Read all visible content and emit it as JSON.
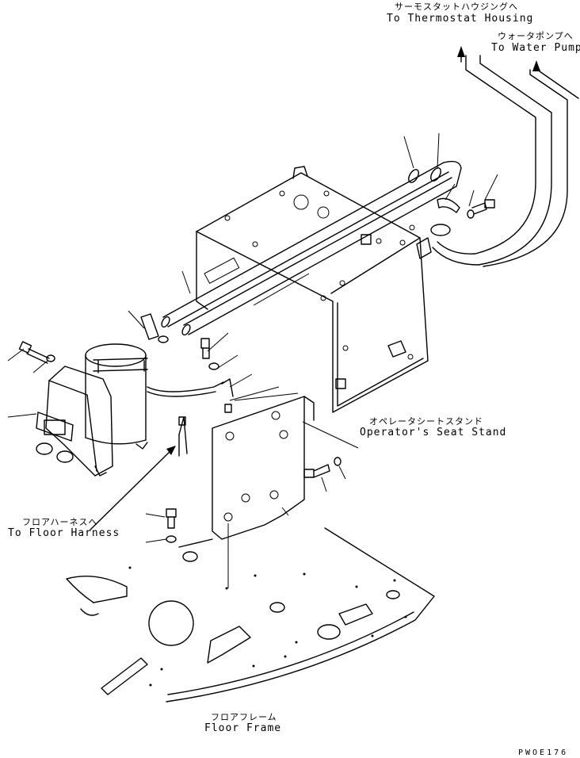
{
  "labels": {
    "thermostat_jp": "サーモスタットハウジングへ",
    "thermostat_en": "To Thermostat Housing",
    "waterpump_jp": "ウォータポンプへ",
    "waterpump_en": "To Water Pump",
    "seatstand_jp": "オペレータシートスタンド",
    "seatstand_en": "Operator's Seat Stand",
    "harness_jp": "フロアハーネスへ",
    "harness_en": "To Floor Harness",
    "frame_jp": "フロアフレーム",
    "frame_en": "Floor Frame"
  },
  "drawing_code": "PWOE176"
}
